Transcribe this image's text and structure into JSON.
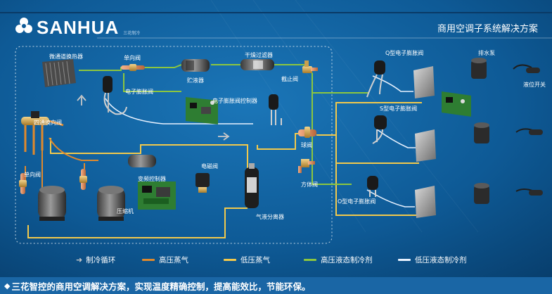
{
  "header": {
    "logo_text": "SANHUA",
    "logo_sub": "三花制冷",
    "title": "商用空调子系统解决方案"
  },
  "components": {
    "micro_channel_hx": "微通道换热器",
    "check_valve_top": "单向阀",
    "receiver": "贮液器",
    "filter_drier": "干燥过滤器",
    "stop_valve": "截止阀",
    "eev": "电子膨胀阀",
    "eev_controller": "电子膨胀阀控制器",
    "four_way_valve": "四通换向阀",
    "ball_valve": "球阀",
    "square_valve": "方体阀",
    "check_valve_left": "单向阀",
    "inverter_controller": "变频控制器",
    "solenoid_valve": "电磁阀",
    "compressor": "压缩机",
    "accumulator": "气液分离器",
    "q_eev": "Q型电子膨胀阀",
    "s_eev": "S型电子膨胀阀",
    "o_eev": "O型电子膨胀阀",
    "drain_pump": "排水泵",
    "level_switch": "液位开关"
  },
  "legend": [
    {
      "label": "制冷循环",
      "color": "#c8c8c8"
    },
    {
      "label": "高压蒸气",
      "color": "#e0892c"
    },
    {
      "label": "低压蒸气",
      "color": "#f2c94c"
    },
    {
      "label": "高压液态制冷剂",
      "color": "#8cc63f"
    },
    {
      "label": "低压液态制冷剂",
      "color": "#e8f2ff"
    }
  ],
  "footer": {
    "bullet": "◆",
    "text": "三花智控的商用空调解决方案，实现温度精确控制，提高能效比，节能环保。"
  }
}
